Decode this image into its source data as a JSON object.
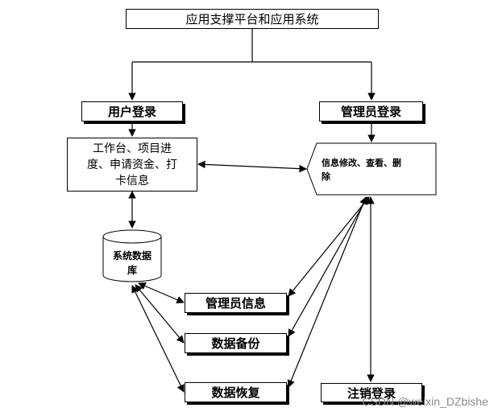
{
  "nodes": {
    "top": "应用支撑平台和应用系统",
    "user_login": "用户登录",
    "admin_login": "管理员登录",
    "user_functions": [
      "工作台、项目进",
      "度、申请资金、打",
      "卡信息"
    ],
    "admin_functions": [
      "信息修改、查看、删",
      "除"
    ],
    "database": [
      "系统数据",
      "库"
    ],
    "admin_info": "管理员信息",
    "data_backup": "数据备份",
    "data_restore": "数据恢复",
    "logout": "注销登录"
  },
  "watermark": "CSDN @weixin_DZbishe"
}
